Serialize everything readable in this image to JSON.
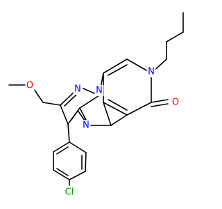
{
  "molecule": {
    "atoms": {
      "n_butyl": "N",
      "o_carbonyl": "O",
      "n_ring_fused": "N",
      "n_pyrazole": "N",
      "n_pyrimidine": "N",
      "o_methoxy": "O",
      "cl": "Cl"
    },
    "colors": {
      "nitrogen": "#0000ff",
      "oxygen": "#ff0000",
      "chlorine": "#00a000",
      "bond": "#000000"
    }
  }
}
